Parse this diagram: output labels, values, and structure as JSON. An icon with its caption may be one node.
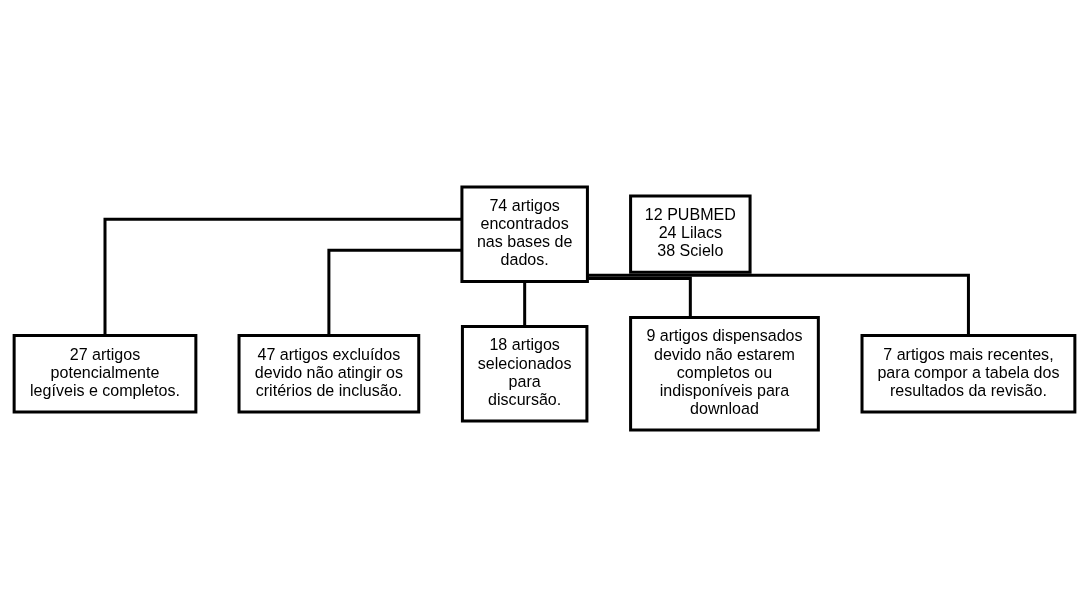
{
  "diagram": {
    "nodes": [
      {
        "text": [
          "74 artigos encontrados nas bases de dados."
        ]
      },
      {
        "text": [
          "12 PUBMED",
          "24 Lilacs",
          "38 Scielo"
        ]
      },
      {
        "text": [
          "27 artigos potencialmente legíveis e completos."
        ]
      },
      {
        "text": [
          "47 artigos excluídos devido não atingir os critérios de inclusão."
        ]
      },
      {
        "text": [
          "18 artigos selecionados para discursão."
        ]
      },
      {
        "text": [
          "9 artigos dispensados devido não estarem completos ou indisponíveis para download"
        ]
      },
      {
        "text": [
          "7 artigos mais recentes, para compor a tabela dos resultados da revisão."
        ]
      }
    ],
    "edges": [
      {
        "from": 0,
        "to": 2,
        "arrow": "none"
      },
      {
        "from": 0,
        "to": 3,
        "arrow": "none"
      },
      {
        "from": 0,
        "to": 4,
        "arrow": "none"
      },
      {
        "from": 0,
        "to": 5,
        "arrow": "none"
      },
      {
        "from": 0,
        "to": 6,
        "arrow": "none"
      }
    ]
  }
}
